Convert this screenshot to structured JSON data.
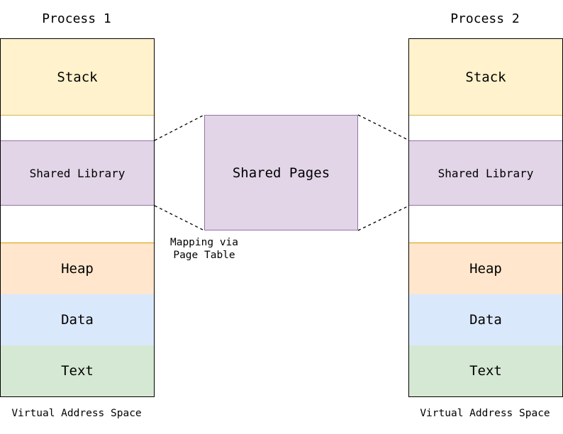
{
  "process1": {
    "title": "Process 1",
    "segments": {
      "stack": "Stack",
      "shared_library": "Shared Library",
      "heap": "Heap",
      "data": "Data",
      "text": "Text"
    },
    "footer": "Virtual Address Space"
  },
  "process2": {
    "title": "Process 2",
    "segments": {
      "stack": "Stack",
      "shared_library": "Shared Library",
      "heap": "Heap",
      "data": "Data",
      "text": "Text"
    },
    "footer": "Virtual Address Space"
  },
  "shared_pages": {
    "label": "Shared Pages"
  },
  "mapping": {
    "line1": "Mapping via",
    "line2": "Page Table"
  },
  "colors": {
    "stack_fill": "#fff2cc",
    "shared_fill": "#e1d5e7",
    "heap_fill": "#ffe6cc",
    "data_fill": "#dae8fc",
    "text_fill": "#d5e8d4"
  }
}
